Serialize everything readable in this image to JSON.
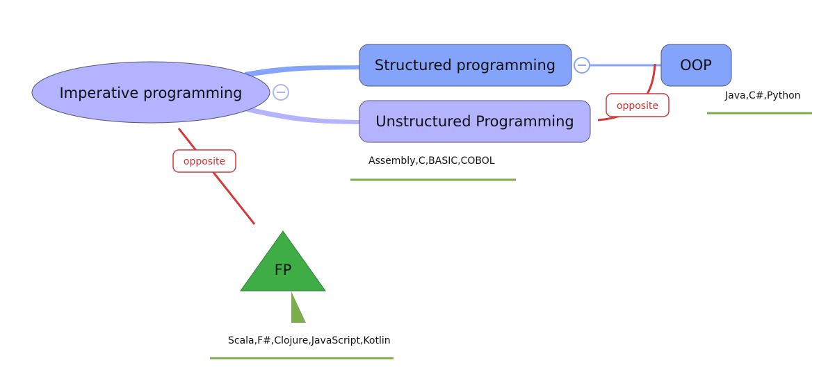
{
  "nodes": {
    "root": {
      "label": "Imperative programming",
      "color": "#b3b3ff"
    },
    "structured": {
      "label": "Structured programming",
      "color": "#84a3fb"
    },
    "unstructured": {
      "label": "Unstructured Programming",
      "color": "#b3b3ff"
    },
    "oop": {
      "label": "OOP",
      "color": "#84a3fb"
    },
    "fp": {
      "label": "FP",
      "color": "#3fad46"
    }
  },
  "notes": {
    "unstructured_examples": "Assembly,C,BASIC,COBOL",
    "oop_examples": "Java,C#,Python",
    "fp_examples": "Scala,F#,Clojure,JavaScript,Kotlin"
  },
  "relations": {
    "root_to_fp": "opposite",
    "oop_to_unstructured": "opposite"
  },
  "colors": {
    "relation": "#d73636",
    "underline": "#7aae4d",
    "branch_blue": "#84a3fb",
    "branch_lavender": "#b3b3ff"
  }
}
